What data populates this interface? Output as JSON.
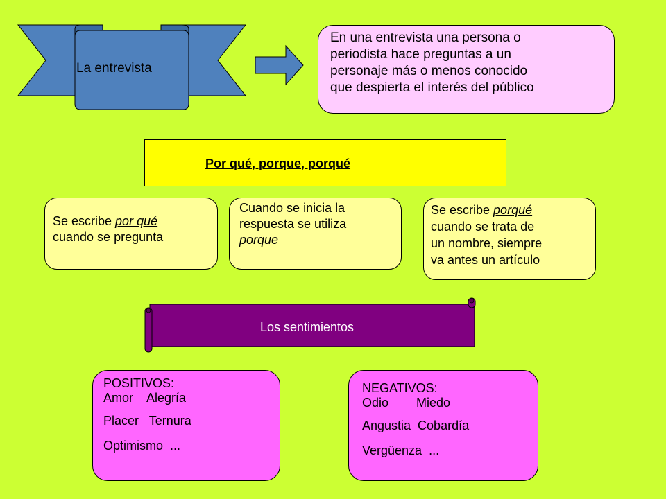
{
  "banner": {
    "label": "La entrevista"
  },
  "definition": {
    "lines": [
      "En una entrevista una persona o",
      "periodista hace preguntas a un",
      "personaje más o menos conocido",
      "que despierta el interés del público"
    ]
  },
  "title": {
    "text": "Por qué, porque, porqué"
  },
  "rules": {
    "r1": {
      "pre": "Se escribe ",
      "term": "por qué",
      "line2": "cuando se pregunta"
    },
    "r2": {
      "line1": "Cuando se inicia la",
      "line2": "respuesta se utiliza",
      "term": "porque"
    },
    "r3": {
      "pre": "Se escribe ",
      "term": "porqué",
      "line2": "cuando se trata de",
      "line3": "un nombre, siempre",
      "line4": "va antes un artículo"
    }
  },
  "scroll": {
    "label": "Los sentimientos"
  },
  "positive": {
    "heading": "POSITIVOS:",
    "row1": "Amor    Alegría",
    "row2": "Placer   Ternura",
    "row3": "Optimismo  ..."
  },
  "negative": {
    "heading": "NEGATIVOS:",
    "row1": "Odio        Miedo",
    "row2": "Angustia  Cobardía",
    "row3": "Vergüenza  ..."
  },
  "colors": {
    "background": "#ccff33",
    "banner": "#4f81bd",
    "definition_box": "#ffccff",
    "title_box": "#ffff00",
    "rule_box": "#ffff99",
    "scroll": "#800080",
    "feelings_box": "#ff66ff"
  }
}
